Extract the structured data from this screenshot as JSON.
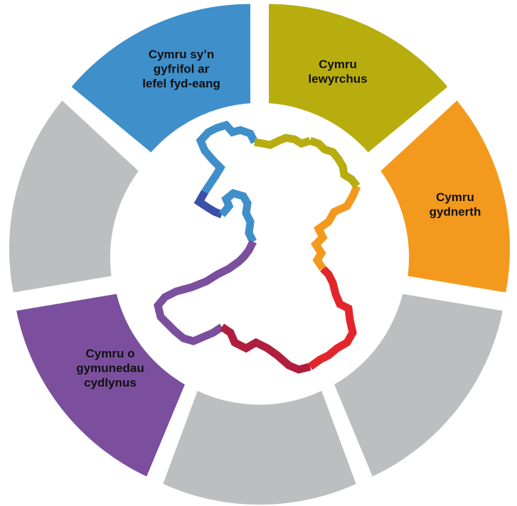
{
  "diagram": {
    "segments": [
      {
        "id": "blue",
        "lines": [
          "Cymru sy’n",
          "gyfrifol ar",
          "lefel fyd-eang"
        ],
        "color": "#3f8fcb"
      },
      {
        "id": "olive",
        "lines": [
          "Cymru",
          "lewyrchus"
        ],
        "color": "#b8ad0e"
      },
      {
        "id": "orange",
        "lines": [
          "Cymru",
          "gydnerth"
        ],
        "color": "#f39a1e"
      },
      {
        "id": "grey-right",
        "lines": [],
        "color": "#bdbec0"
      },
      {
        "id": "grey-bottom",
        "lines": [],
        "color": "#bdbec0"
      },
      {
        "id": "purple",
        "lines": [
          "Cymru o",
          "gymunedau",
          "cydlynus"
        ],
        "color": "#7b4f9d"
      },
      {
        "id": "grey-left",
        "lines": [],
        "color": "#bdbec0"
      }
    ],
    "outline_colors": {
      "blue": "#3f8fcb",
      "dark_blue": "#3a4fa8",
      "olive": "#b8ad0e",
      "orange": "#f39a1e",
      "red": "#e3262b",
      "dark_red": "#b01e3e",
      "purple": "#7b4f9d"
    }
  }
}
